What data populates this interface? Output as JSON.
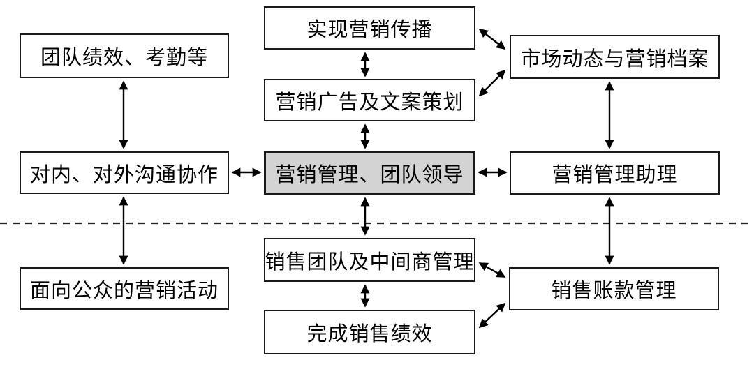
{
  "diagram": {
    "type": "organization-flow-diagram",
    "language": "zh-CN",
    "divider": {
      "style": "dashed-horizontal",
      "meaning": "separates upper marketing-management zone from lower sales zone"
    }
  },
  "colors": {
    "canvas_bg": "#ffffff",
    "box_fill": "#ffffff",
    "box_border": "#1a1a1a",
    "highlight_fill": "#d3d3d3",
    "arrow": "#000000"
  },
  "nodes": {
    "team_performance": {
      "label": "团队绩效、考勤等"
    },
    "marketing_communication": {
      "label": "实现营销传播"
    },
    "market_dynamics": {
      "label": "市场动态与营销档案"
    },
    "ad_copywriting": {
      "label": "营销广告及文案策划"
    },
    "internal_external": {
      "label": "对内、对外沟通协作"
    },
    "marketing_management": {
      "label": "营销管理、团队领导",
      "highlighted": true
    },
    "marketing_assistant": {
      "label": "营销管理助理"
    },
    "sales_team": {
      "label": "销售团队及中间商管理"
    },
    "public_marketing": {
      "label": "面向公众的营销活动"
    },
    "sales_accounts": {
      "label": "销售账款管理"
    },
    "sales_performance": {
      "label": "完成销售绩效"
    }
  },
  "connections": [
    {
      "from": "marketing_communication",
      "to": "ad_copywriting",
      "type": "double-arrow",
      "orientation": "vertical"
    },
    {
      "from": "marketing_communication",
      "to": "market_dynamics",
      "type": "double-arrow",
      "orientation": "diagonal"
    },
    {
      "from": "ad_copywriting",
      "to": "market_dynamics",
      "type": "double-arrow",
      "orientation": "diagonal"
    },
    {
      "from": "ad_copywriting",
      "to": "marketing_management",
      "type": "double-arrow",
      "orientation": "vertical"
    },
    {
      "from": "team_performance",
      "to": "internal_external",
      "type": "double-arrow",
      "orientation": "vertical"
    },
    {
      "from": "market_dynamics",
      "to": "marketing_assistant",
      "type": "double-arrow",
      "orientation": "vertical"
    },
    {
      "from": "internal_external",
      "to": "marketing_management",
      "type": "double-arrow",
      "orientation": "horizontal"
    },
    {
      "from": "marketing_management",
      "to": "marketing_assistant",
      "type": "double-arrow",
      "orientation": "horizontal"
    },
    {
      "from": "internal_external",
      "to": "public_marketing",
      "type": "double-arrow",
      "orientation": "vertical",
      "crosses_divider": true
    },
    {
      "from": "marketing_management",
      "to": "sales_team",
      "type": "double-arrow",
      "orientation": "vertical",
      "crosses_divider": true
    },
    {
      "from": "marketing_assistant",
      "to": "sales_accounts",
      "type": "double-arrow",
      "orientation": "vertical",
      "crosses_divider": true
    },
    {
      "from": "sales_team",
      "to": "sales_performance",
      "type": "double-arrow",
      "orientation": "vertical"
    },
    {
      "from": "sales_team",
      "to": "sales_accounts",
      "type": "double-arrow",
      "orientation": "diagonal"
    },
    {
      "from": "sales_performance",
      "to": "sales_accounts",
      "type": "double-arrow",
      "orientation": "diagonal"
    }
  ]
}
